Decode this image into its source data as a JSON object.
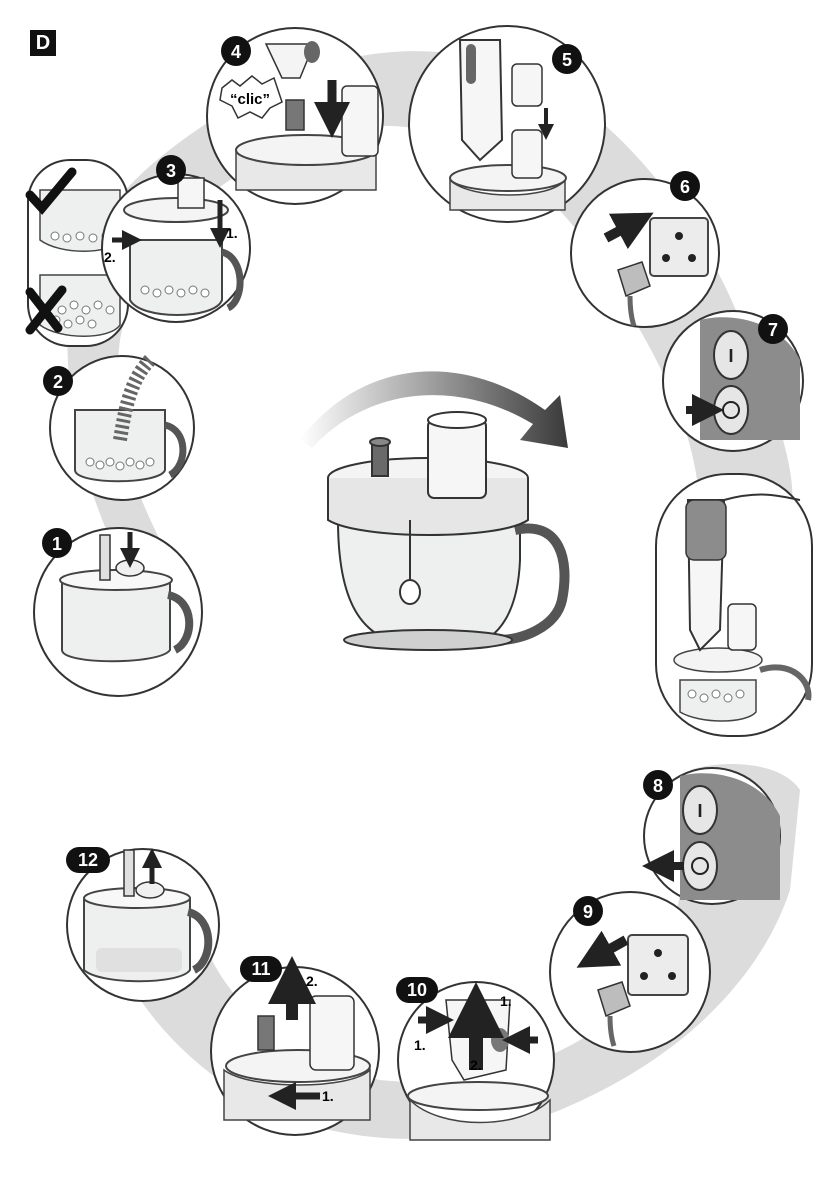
{
  "section_letter": "D",
  "steps": [
    {
      "number": "1"
    },
    {
      "number": "2"
    },
    {
      "number": "3",
      "labels": [
        "1.",
        "2."
      ]
    },
    {
      "number": "4",
      "sound": "“clic”"
    },
    {
      "number": "5"
    },
    {
      "number": "6"
    },
    {
      "number": "7"
    },
    {
      "number": "8"
    },
    {
      "number": "9"
    },
    {
      "number": "10",
      "labels": [
        "1.",
        "2.",
        "1."
      ]
    },
    {
      "number": "11",
      "labels": [
        "2.",
        "1."
      ]
    },
    {
      "number": "12"
    }
  ],
  "icons": {
    "check": "check-mark-icon",
    "cross": "cross-mark-icon",
    "rotate": "rotation-arrow-icon",
    "on_button": "power-button-icon",
    "turbo_button": "turbo-button-icon"
  },
  "colors": {
    "band": "#d9d9d9",
    "outline": "#333333",
    "badge": "#111111",
    "glass": "#eef0f0",
    "grey": "#8c8c8c"
  }
}
